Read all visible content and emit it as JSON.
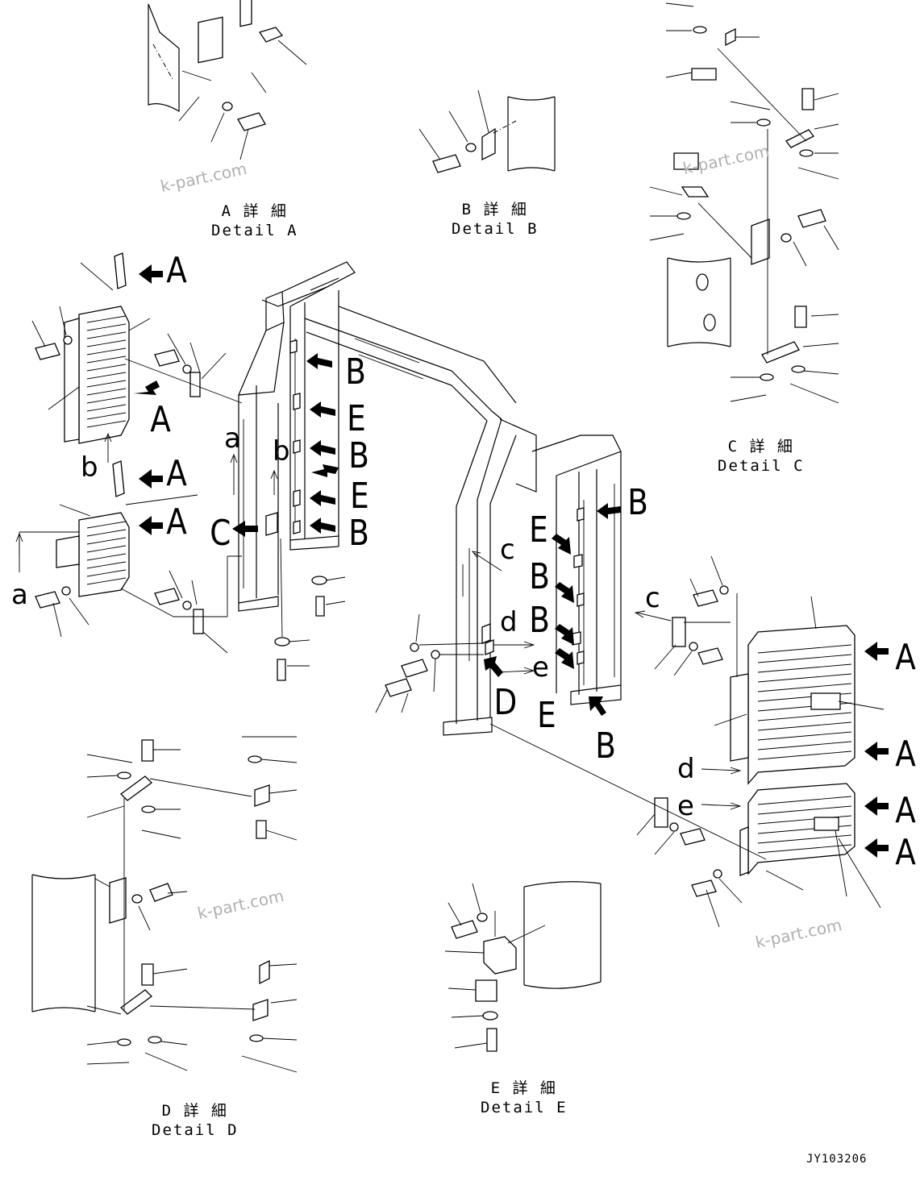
{
  "callouts": {
    "A": "A",
    "B": "B",
    "C": "C",
    "D": "D",
    "E": "E",
    "a": "a",
    "b": "b",
    "c": "c",
    "d": "d",
    "e": "e"
  },
  "details": {
    "a": {
      "jp": "A 詳 細",
      "en": "Detail A"
    },
    "b": {
      "jp": "B 詳 細",
      "en": "Detail B"
    },
    "c": {
      "jp": "C 詳 細",
      "en": "Detail C"
    },
    "d": {
      "jp": "D 詳 細",
      "en": "Detail D"
    },
    "e": {
      "jp": "E 詳 細",
      "en": "Detail E"
    }
  },
  "watermark": "k-part.com",
  "drawing_code": "JY103206",
  "colors": {
    "line": "#000000",
    "watermark": "#b0b0b0",
    "background": "#ffffff"
  }
}
